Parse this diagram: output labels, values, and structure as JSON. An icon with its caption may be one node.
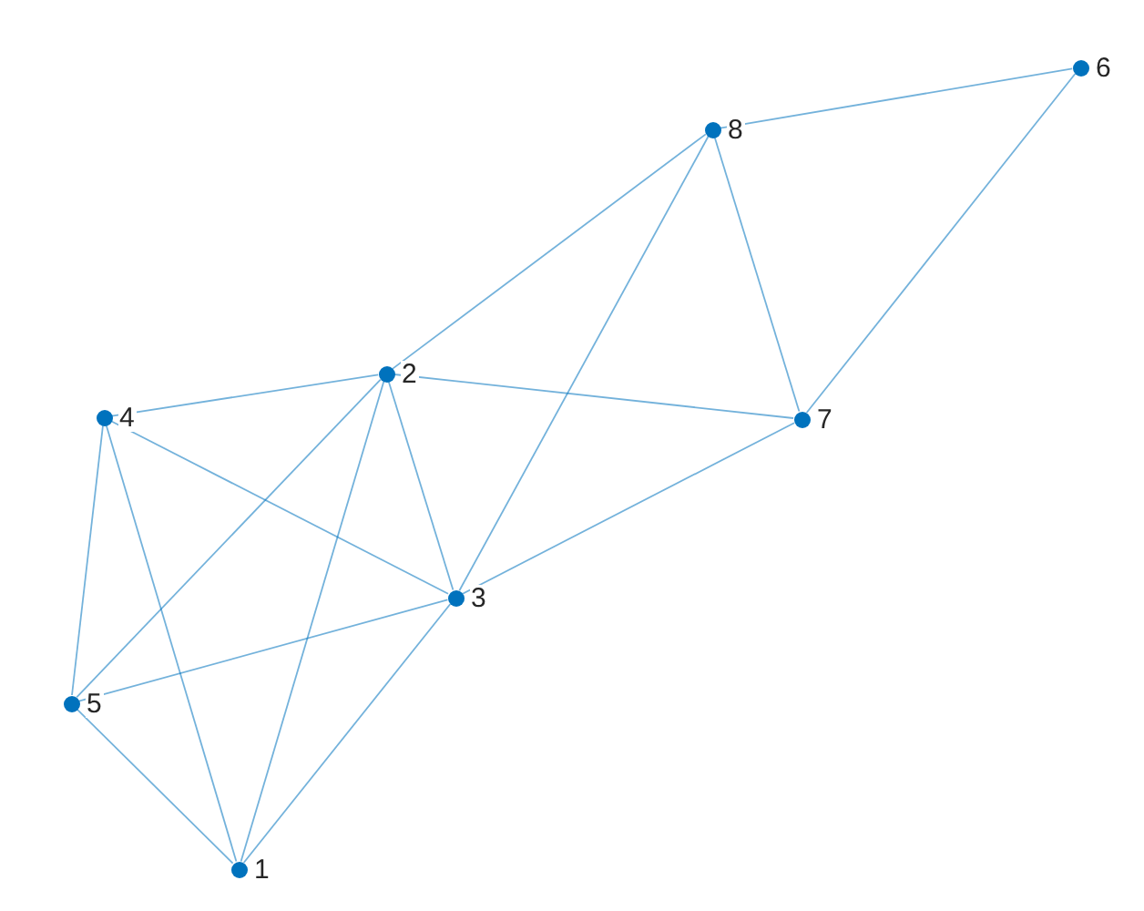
{
  "diagram": {
    "nodes": [
      {
        "text": [
          "1"
        ]
      },
      {
        "text": [
          "2"
        ]
      },
      {
        "text": [
          "3"
        ]
      },
      {
        "text": [
          "4"
        ]
      },
      {
        "text": [
          "5"
        ]
      },
      {
        "text": [
          "6"
        ]
      },
      {
        "text": [
          "7"
        ]
      },
      {
        "text": [
          "8"
        ]
      }
    ],
    "edges": [
      {
        "from": 0,
        "to": 1,
        "arrow": "none"
      },
      {
        "from": 0,
        "to": 2,
        "arrow": "none"
      },
      {
        "from": 0,
        "to": 3,
        "arrow": "none"
      },
      {
        "from": 0,
        "to": 4,
        "arrow": "none"
      },
      {
        "from": 1,
        "to": 2,
        "arrow": "none"
      },
      {
        "from": 1,
        "to": 3,
        "arrow": "none"
      },
      {
        "from": 1,
        "to": 4,
        "arrow": "none"
      },
      {
        "from": 1,
        "to": 6,
        "arrow": "none"
      },
      {
        "from": 1,
        "to": 7,
        "arrow": "none"
      },
      {
        "from": 2,
        "to": 3,
        "arrow": "none"
      },
      {
        "from": 2,
        "to": 4,
        "arrow": "none"
      },
      {
        "from": 2,
        "to": 6,
        "arrow": "none"
      },
      {
        "from": 2,
        "to": 7,
        "arrow": "none"
      },
      {
        "from": 3,
        "to": 4,
        "arrow": "none"
      },
      {
        "from": 5,
        "to": 6,
        "arrow": "none"
      },
      {
        "from": 5,
        "to": 7,
        "arrow": "none"
      },
      {
        "from": 6,
        "to": 7,
        "arrow": "none"
      }
    ]
  }
}
